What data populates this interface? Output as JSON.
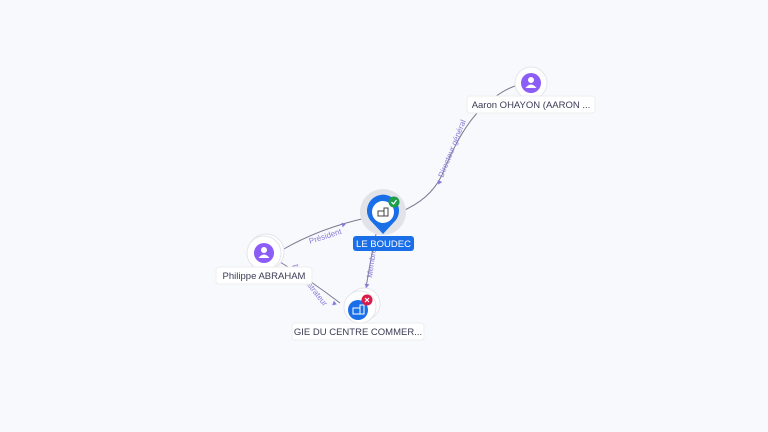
{
  "nodes": {
    "le_boudec": {
      "label": "LE BOUDEC",
      "type": "company",
      "status": "active",
      "color": "#1a6fe8"
    },
    "aaron": {
      "label": "Aaron OHAYON (AARON ...",
      "type": "person",
      "color": "#8b5cf6"
    },
    "philippe": {
      "label": "Philippe ABRAHAM",
      "type": "person",
      "color": "#8b5cf6"
    },
    "gie": {
      "label": "GIE DU CENTRE COMMER...",
      "type": "company",
      "status": "closed",
      "color": "#1a6fe8"
    }
  },
  "edges": {
    "president": "Président",
    "directeur": "Directeur général",
    "administrateur": "Administrateur",
    "membre": "Membre"
  },
  "colors": {
    "active": "#1e9e4a",
    "closed": "#d81b4a",
    "edge_label": "#8a7ad8"
  }
}
